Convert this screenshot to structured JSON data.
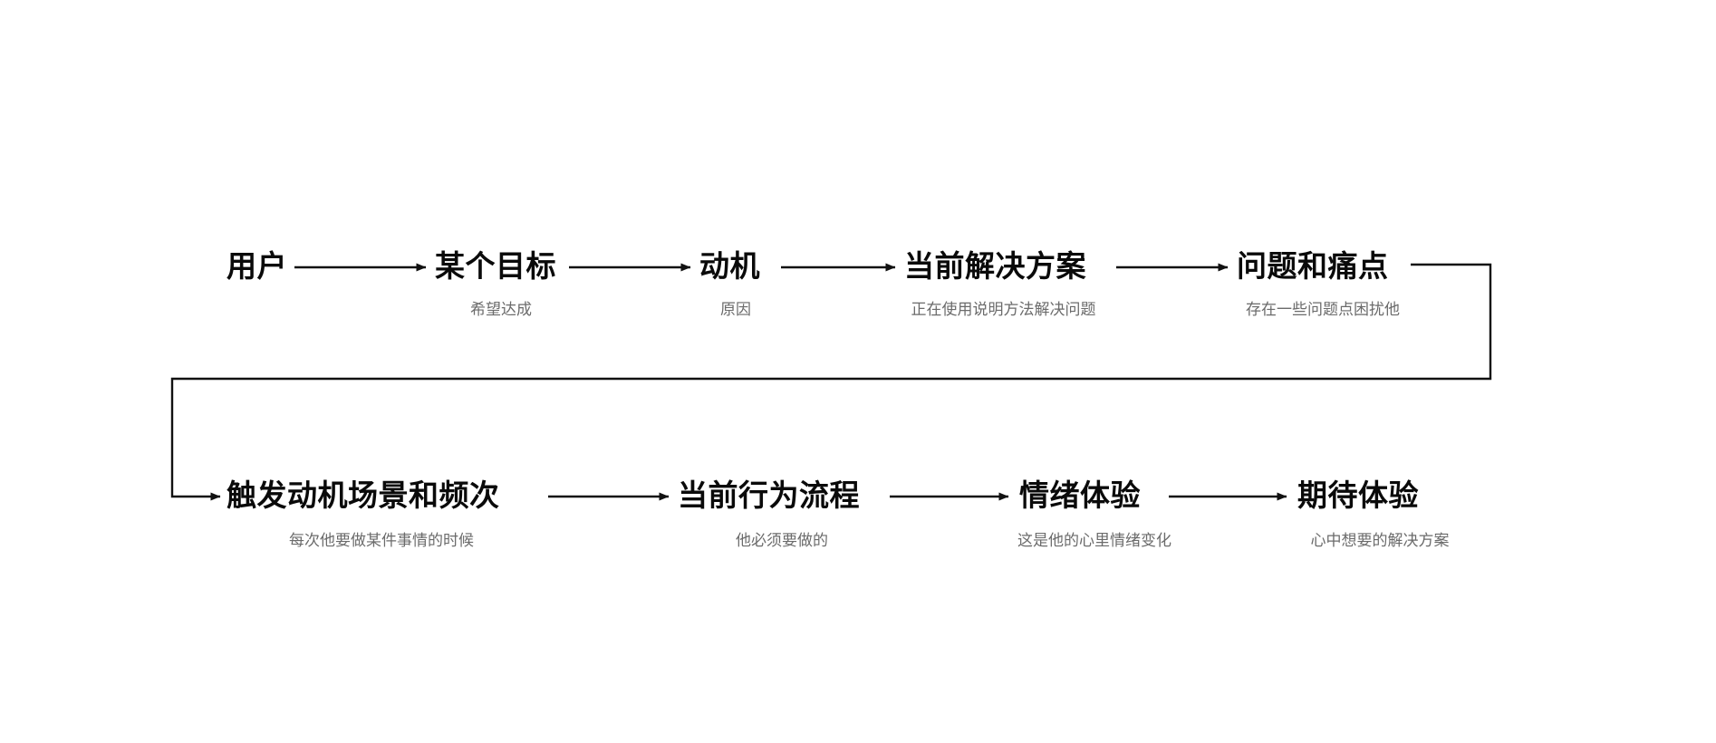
{
  "diagram": {
    "type": "flowchart",
    "orientation": "horizontal-snake",
    "background_color": "#ffffff",
    "title_color": "#0a0a0a",
    "subtitle_color": "#6b6b6b",
    "connector_color": "#111111",
    "rows": [
      {
        "name": "row-1",
        "nodes": [
          {
            "label": "用户",
            "subtitle": ""
          },
          {
            "label": "某个目标",
            "subtitle": "希望达成"
          },
          {
            "label": "动机",
            "subtitle": "原因"
          },
          {
            "label": "当前解决方案",
            "subtitle": "正在使用说明方法解决问题"
          },
          {
            "label": "问题和痛点",
            "subtitle": "存在一些问题点困扰他"
          }
        ]
      },
      {
        "name": "row-2",
        "nodes": [
          {
            "label": "触发动机场景和频次",
            "subtitle": "每次他要做某件事情的时候"
          },
          {
            "label": "当前行为流程",
            "subtitle": "他必须要做的"
          },
          {
            "label": "情绪体验",
            "subtitle": "这是他的心里情绪变化"
          },
          {
            "label": "期待体验",
            "subtitle": "心中想要的解决方案"
          }
        ]
      }
    ],
    "connectors": [
      {
        "name": "arrow-user-to-goal",
        "kind": "arrow"
      },
      {
        "name": "arrow-goal-to-motive",
        "kind": "arrow"
      },
      {
        "name": "arrow-motive-to-solution",
        "kind": "arrow"
      },
      {
        "name": "arrow-solution-to-painpoint",
        "kind": "arrow"
      },
      {
        "name": "wrap-painpoint-to-trigger",
        "kind": "elbow-arrow"
      },
      {
        "name": "arrow-trigger-to-flow",
        "kind": "arrow"
      },
      {
        "name": "arrow-flow-to-emotion",
        "kind": "arrow"
      },
      {
        "name": "arrow-emotion-to-expectation",
        "kind": "arrow"
      }
    ]
  }
}
